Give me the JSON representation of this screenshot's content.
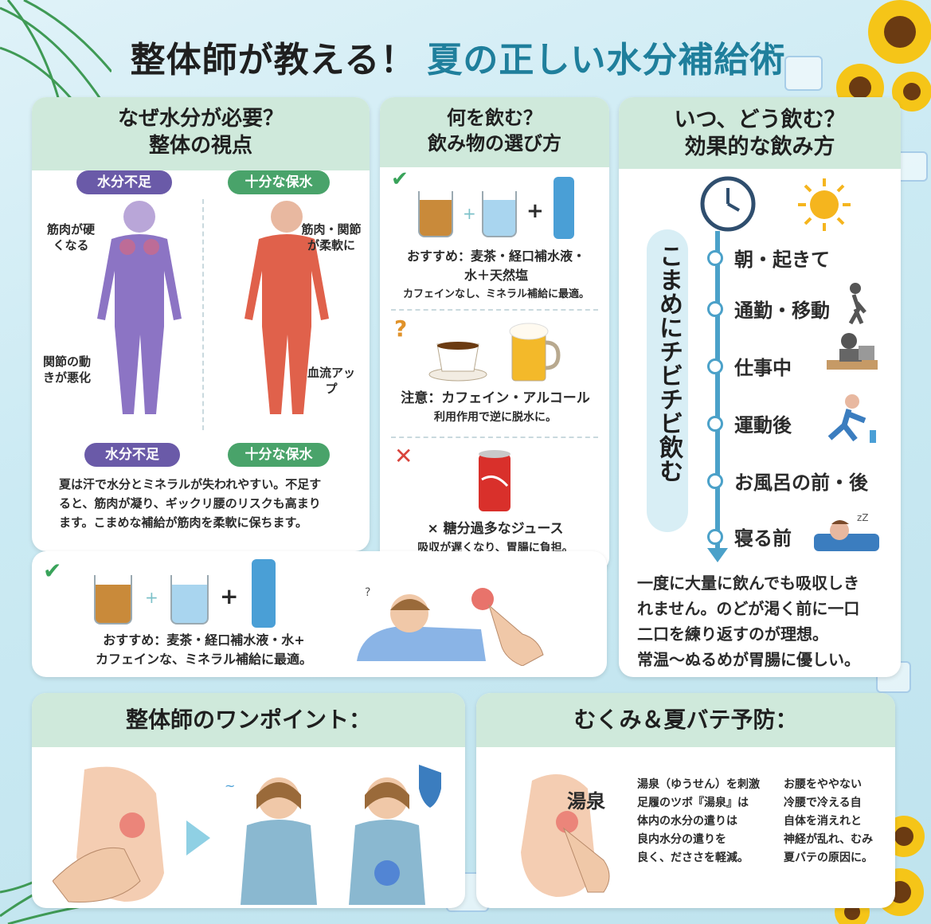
{
  "title": {
    "part1": "整体師が教える！",
    "part2": "夏の正しい水分補給術"
  },
  "why": {
    "heading_line1": "なぜ水分が必要？",
    "heading_line2": "整体の視点",
    "lack_label": "水分不足",
    "hydrated_label": "十分な保水",
    "note_stiff": "筋肉が硬くなる",
    "note_joint": "関節の動きが悪化",
    "note_soft": "筋肉・関節が柔軟に",
    "note_blood": "血流アップ",
    "lack_label_bottom": "水分不足",
    "hydrated_label_bottom": "十分な保水",
    "paragraph_line1": "夏は汗で水分とミネラルが失われやすい。不足す",
    "paragraph_line2": "ると、筋肉が凝り、ギックリ腰のリスクも高まり",
    "paragraph_line3": "ます。こまめな補給が筋肉を柔軟に保ちます。"
  },
  "drink": {
    "heading_line1": "何を飲む？",
    "heading_line2": "飲み物の選び方",
    "good_mark": "✔",
    "good_line1": "おすすめ：麦茶・経口補水液・",
    "good_line2": "水＋天然塩",
    "good_line3": "カフェインなし、ミネラル補給に最適。",
    "caution_mark": "?",
    "caution_line1": "注意：カフェイン・アルコール",
    "caution_line2": "利用作用で逆に脱水に。",
    "bad_mark": "✕",
    "bad_line1": "× 糖分過多なジュース",
    "bad_line2": "吸収が遅くなり、胃腸に負担。"
  },
  "when": {
    "heading_line1": "いつ、どう飲む？",
    "heading_line2": "効果的な飲み方",
    "vertical_text": "こまめにチビチビ飲む",
    "items": [
      "朝・起きて",
      "通勤・移動",
      "仕事中",
      "運動後",
      "お風呂の前・後",
      "寝る前"
    ],
    "para_line1": "一度に大量に飲んでも吸収しき",
    "para_line2": "れません。のどが渇く前に一口",
    "para_line3": "二口を練り返すのが理想。",
    "para_line4": "常温〜ぬるめが胃腸に優しい。"
  },
  "recommend": {
    "mark": "✔",
    "line1": "おすすめ：麦茶・経口補水液・水+",
    "line2": "カフェインな、ミネラル補給に最適。"
  },
  "onepoint": {
    "heading": "整体師のワンポイント："
  },
  "prevent": {
    "heading": "むくみ＆夏バテ予防：",
    "point_label": "湯泉",
    "col1": [
      "湯泉（ゆうせん）を刺激",
      "足履のツボ『湯泉』は",
      "体内の水分の遣りは",
      "良内水分の遣りを",
      "良く、だささを軽減。"
    ],
    "col2": [
      "お腰をややない",
      "冷腰で冷える自",
      "自体を消えれと",
      "神経が乱れ、むみ",
      "夏バテの原因に。"
    ]
  },
  "colors": {
    "accent": "#1f7f9c",
    "panel_head": "#cfe9db",
    "purple": "#6a5aa8",
    "green": "#49a36a",
    "timeline": "#4ba1c9"
  }
}
